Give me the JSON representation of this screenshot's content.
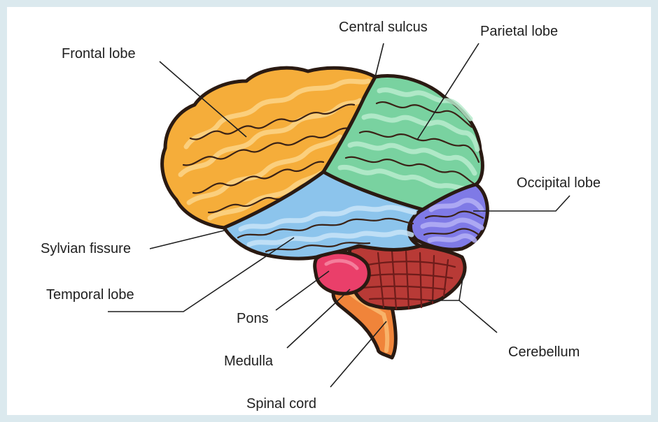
{
  "labels": {
    "central_sulcus": "Central sulcus",
    "parietal_lobe": "Parietal lobe",
    "frontal_lobe": "Frontal lobe",
    "occipital_lobe": "Occipital lobe",
    "sylvian_fissure": "Sylvian fissure",
    "temporal_lobe": "Temporal lobe",
    "pons": "Pons",
    "medulla": "Medulla",
    "cerebellum": "Cerebellum",
    "spinal_cord": "Spinal cord"
  },
  "colors": {
    "background": "#dbe9ee",
    "frontal": "#f5ad3a",
    "parietal": "#79d2a0",
    "temporal": "#8cc4ec",
    "occipital": "#7f7ae6",
    "cerebellum": "#b83a36",
    "pons": "#ea3f6a",
    "brainstem": "#f0843a",
    "outline": "#2a1a12"
  }
}
